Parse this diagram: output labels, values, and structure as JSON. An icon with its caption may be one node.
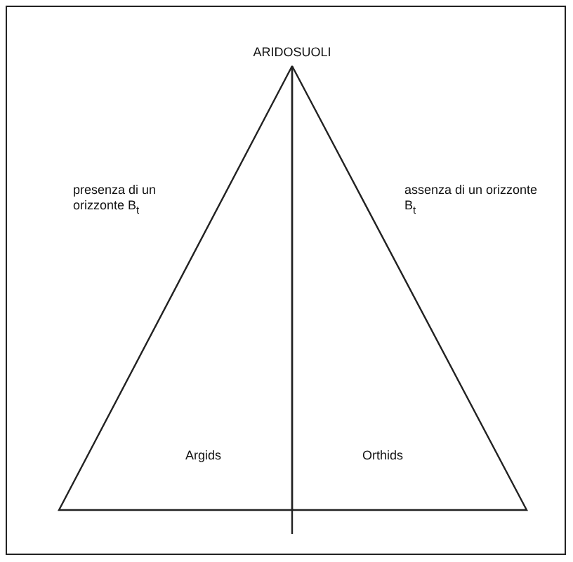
{
  "diagram": {
    "title": "ARIDOSUOLI",
    "nodes": [
      {
        "text": [
          "Argids"
        ],
        "beside": [
          "presenza di un orizzonte B$_{t}$"
        ]
      },
      {
        "text": [
          "Orthids"
        ],
        "beside": [
          "assenza di un orizzonte B$_{t}$"
        ]
      }
    ]
  }
}
